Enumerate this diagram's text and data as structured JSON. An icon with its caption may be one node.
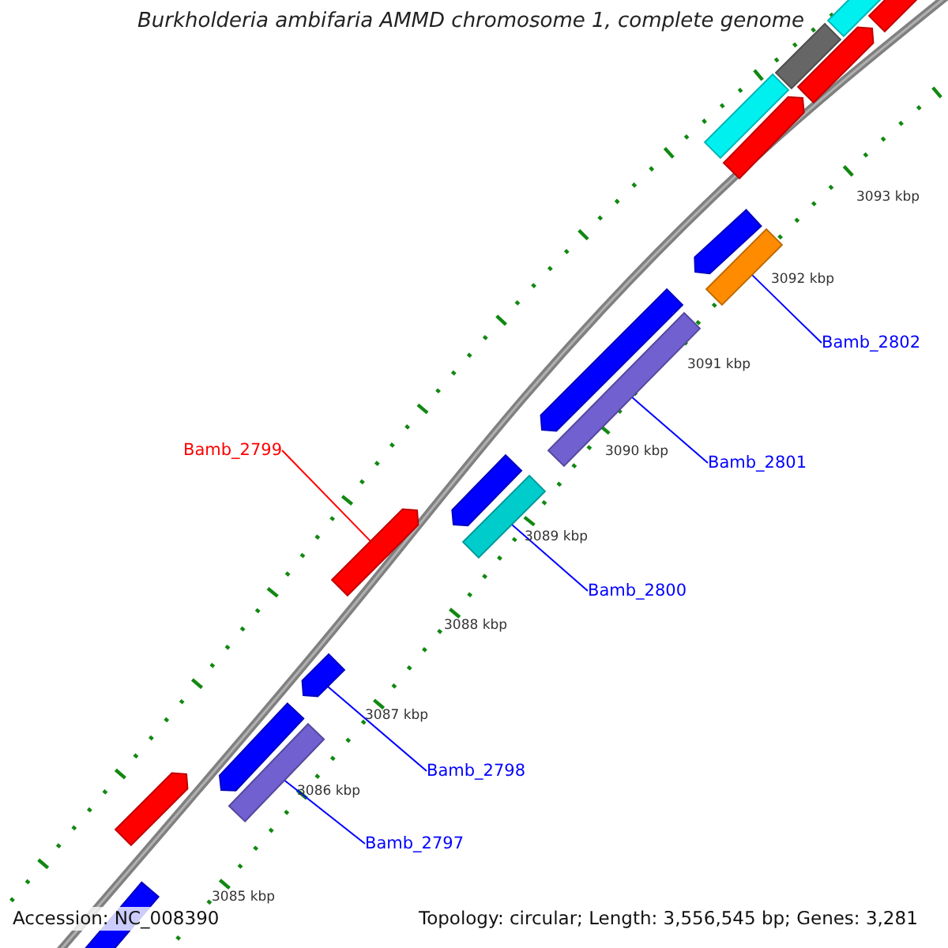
{
  "diagram": {
    "title": "Burkholderia ambifaria AMMD chromosome 1, complete genome",
    "nodes": [
      {
        "text": [
          "Bamb_2802"
        ]
      },
      {
        "text": [
          "Bamb_2799"
        ]
      },
      {
        "text": [
          "Bamb_2801"
        ]
      },
      {
        "text": [
          "Bamb_2800"
        ]
      },
      {
        "text": [
          "Bamb_2798"
        ]
      },
      {
        "text": [
          "Bamb_2797"
        ]
      },
      {
        "text": [],
        "shape": "bar"
      },
      {
        "text": [],
        "shape": "bar"
      },
      {
        "text": [],
        "shape": "bar"
      },
      {
        "text": [],
        "shape": "bar"
      },
      {
        "text": [],
        "shape": "bar"
      },
      {
        "text": [],
        "shape": "bar"
      },
      {
        "text": [],
        "shape": "bar"
      },
      {
        "text": [],
        "shape": "bar"
      },
      {
        "text": [],
        "shape": "bar"
      },
      {
        "text": [],
        "shape": "bar"
      },
      {
        "text": [],
        "shape": "bar"
      },
      {
        "text": [],
        "shape": "bar"
      },
      {
        "text": [],
        "shape": "bar"
      },
      {
        "text": [],
        "shape": "bar"
      },
      {
        "text": [],
        "shape": "bar"
      },
      {
        "text": [],
        "shape": "bar"
      },
      {
        "text": [],
        "shape": "bar"
      },
      {
        "text": [],
        "shape": "bar"
      }
    ],
    "edges": [
      {
        "from": 0,
        "to": 13,
        "arrow": "none"
      },
      {
        "from": 1,
        "to": 18,
        "arrow": "none",
        "color": "#ff0000"
      },
      {
        "from": 2,
        "to": 15,
        "arrow": "none"
      },
      {
        "from": 3,
        "to": 17,
        "arrow": "none"
      },
      {
        "from": 4,
        "to": 19,
        "arrow": "none"
      },
      {
        "from": 5,
        "to": 21,
        "arrow": "none"
      }
    ],
    "labels": [
      "3093 kbp",
      "3092 kbp",
      "3091 kbp",
      "3090 kbp",
      "3089 kbp",
      "3088 kbp",
      "3087 kbp",
      "3086 kbp",
      "3085 kbp",
      "Accession: NC_008390",
      "Topology: circular; Length: 3,556,545 bp; Genes: 3,281"
    ]
  }
}
